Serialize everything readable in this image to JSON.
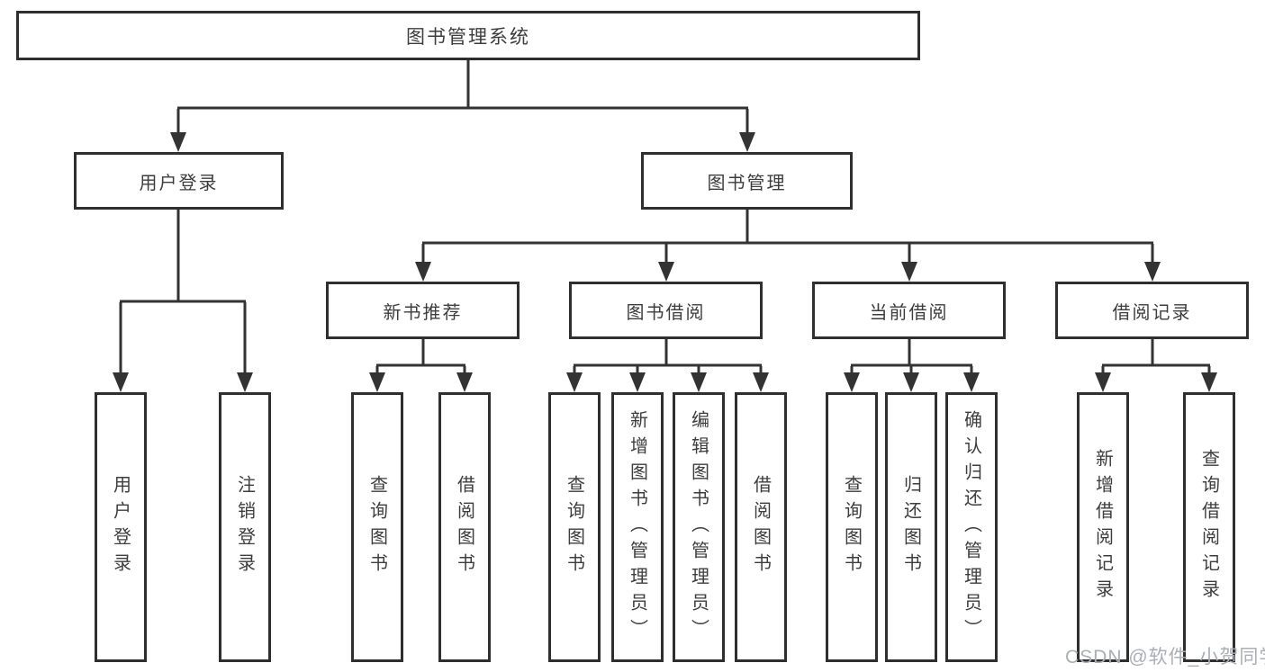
{
  "diagram": {
    "root": {
      "label": "图书管理系统"
    },
    "level2": [
      {
        "label": "用户登录"
      },
      {
        "label": "图书管理"
      }
    ],
    "level3": [
      {
        "label": "新书推荐"
      },
      {
        "label": "图书借阅"
      },
      {
        "label": "当前借阅"
      },
      {
        "label": "借阅记录"
      }
    ],
    "leaves": {
      "user_login": [
        "用户登录",
        "注销登录"
      ],
      "new_books": [
        "查询图书",
        "借阅图书"
      ],
      "book_borrow": [
        "查询图书",
        "新增图书（管理员）",
        "编辑图书（管理员）",
        "借阅图书"
      ],
      "current_borrow": [
        "查询图书",
        "归还图书",
        "确认归还（管理员）"
      ],
      "borrow_records": [
        "新增借阅记录",
        "查询借阅记录"
      ]
    }
  },
  "watermark": {
    "text": "CSDN @软件_小贺同学"
  },
  "colors": {
    "line": "#333333",
    "box_border": "#2f2f2f",
    "text": "#3d3d3d",
    "watermark": "#aaaeb6",
    "background": "#ffffff"
  }
}
